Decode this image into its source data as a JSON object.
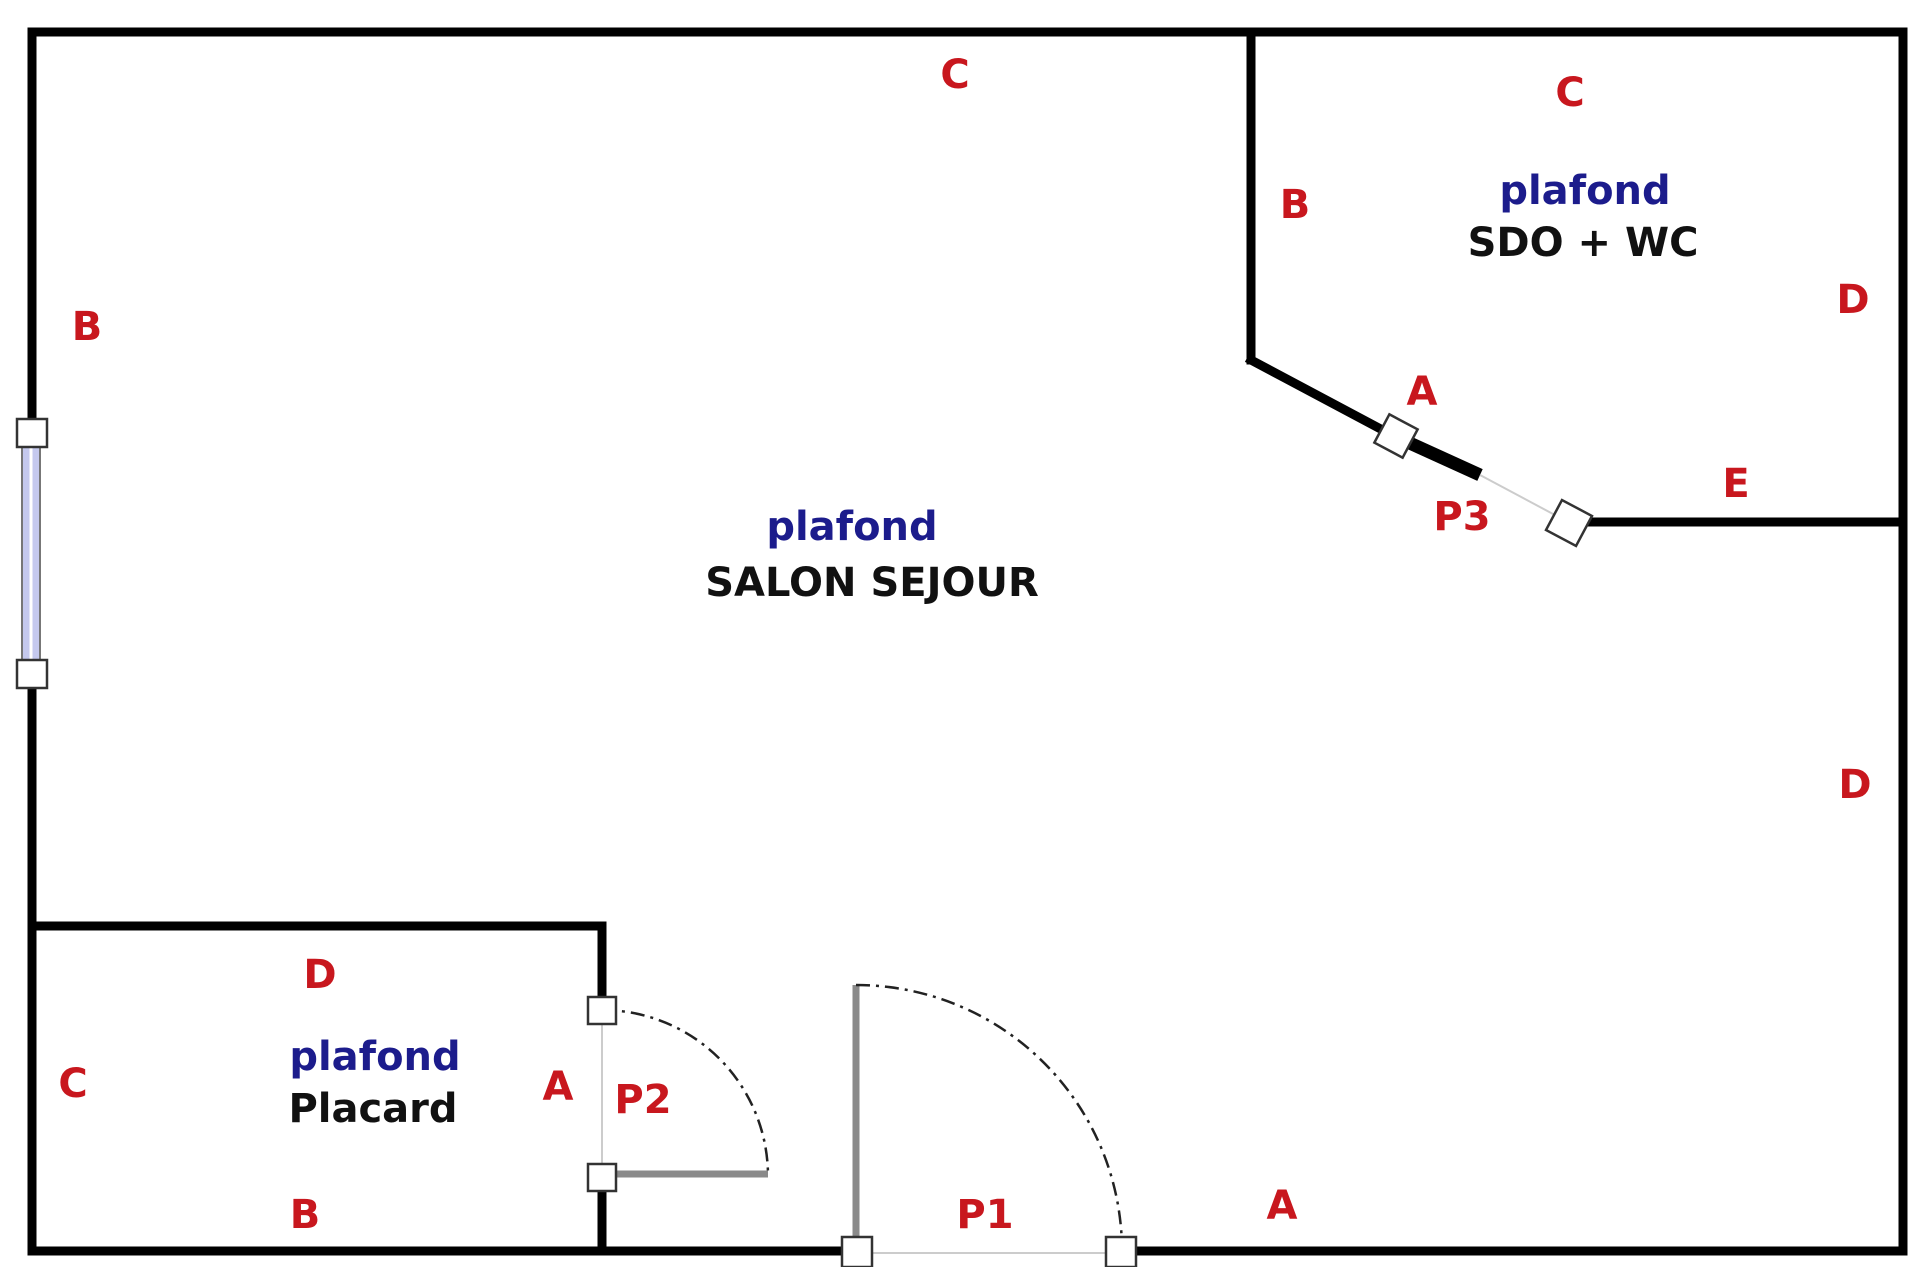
{
  "rooms": {
    "salon": {
      "ceiling": "plafond",
      "name": "SALON SEJOUR"
    },
    "sdo": {
      "ceiling": "plafond",
      "name": "SDO + WC"
    },
    "placard": {
      "ceiling": "plafond",
      "name": "Placard"
    }
  },
  "walls": {
    "salon_top": "C",
    "salon_left": "B",
    "salon_right": "D",
    "salon_bottom": "A",
    "sdo_top": "C",
    "sdo_left": "B",
    "sdo_right": "D",
    "sdo_diagonal": "A",
    "sdo_bottom": "E",
    "placard_top": "D",
    "placard_left": "C",
    "placard_right": "A",
    "placard_bottom": "B"
  },
  "doors": {
    "p1": "P1",
    "p2": "P2",
    "p3": "P3"
  },
  "colors": {
    "wall_letters": "#c8171e",
    "ceiling_text": "#1c1c8c",
    "room_name": "#111111",
    "window_glass": "#c5c9ee"
  }
}
